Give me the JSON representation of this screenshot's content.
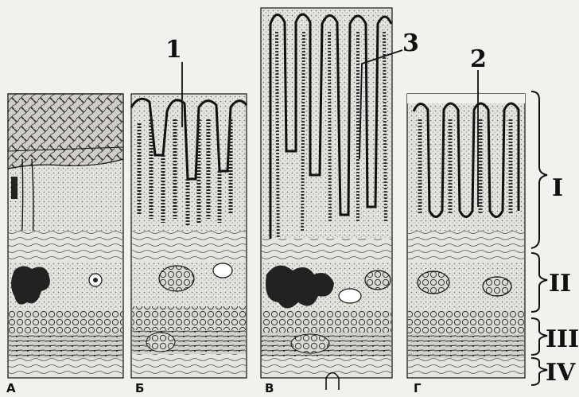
{
  "panels": [
    {
      "letter": "А"
    },
    {
      "letter": "Б"
    },
    {
      "letter": "В"
    },
    {
      "letter": "Г"
    }
  ],
  "callouts": {
    "label_1": "1",
    "label_2": "2",
    "label_3": "3"
  },
  "layers": {
    "layer_1": "I",
    "layer_2": "II",
    "layer_3": "III",
    "layer_4": "IV"
  },
  "colors": {
    "ink": "#111111",
    "paper": "#f2f1ee",
    "tissue": "#d9d7d2",
    "gland": "#2a2a2a"
  }
}
